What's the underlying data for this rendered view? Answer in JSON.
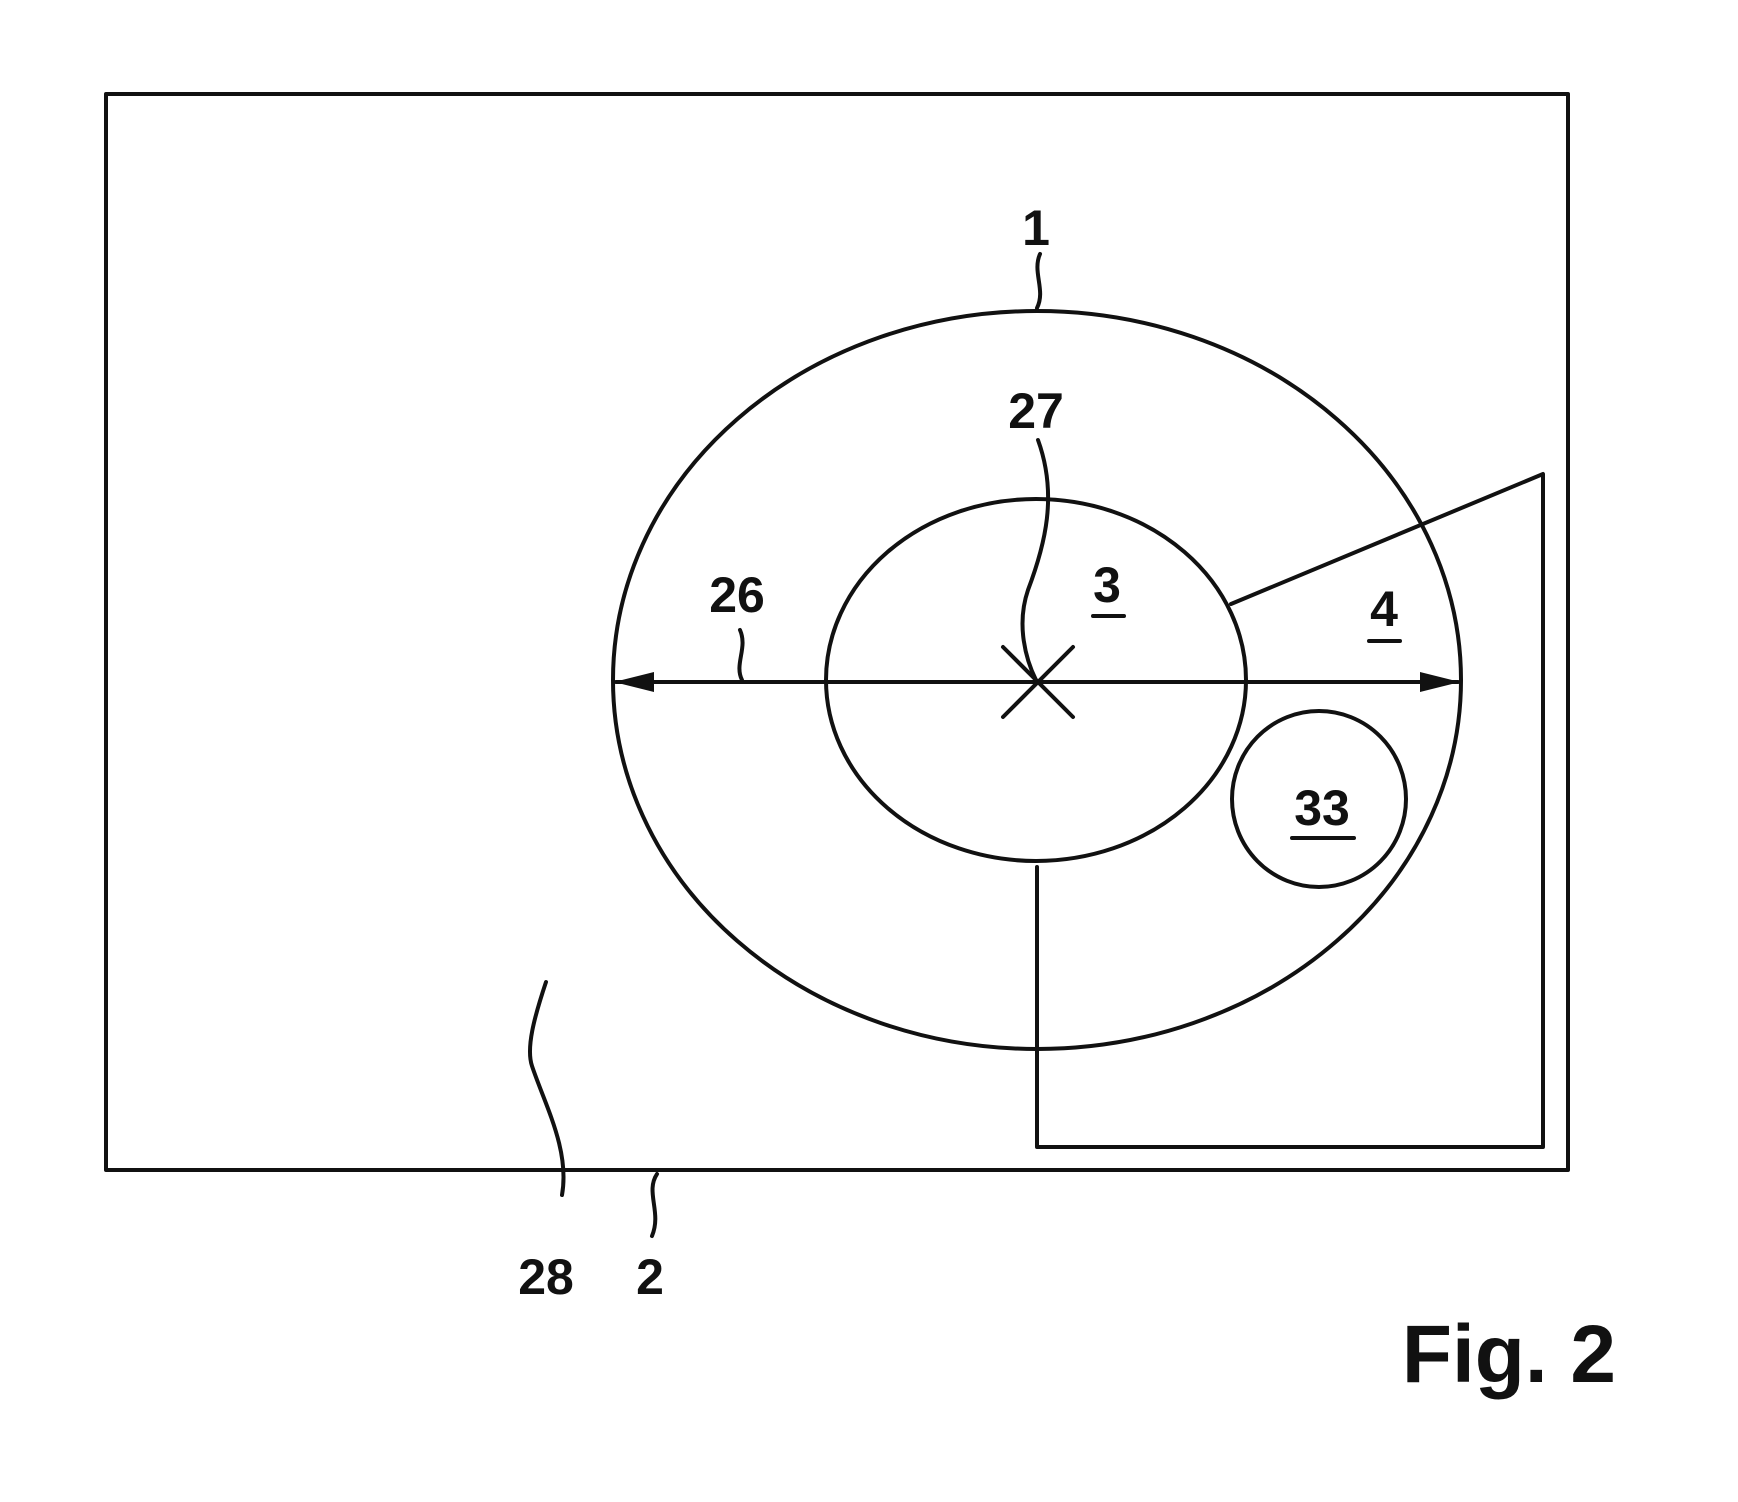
{
  "figure": {
    "caption": "Fig. 2",
    "labels": {
      "l1": "1",
      "l2": "2",
      "l3": "3",
      "l4": "4",
      "l26": "26",
      "l27": "27",
      "l28": "28",
      "l33": "33"
    }
  }
}
